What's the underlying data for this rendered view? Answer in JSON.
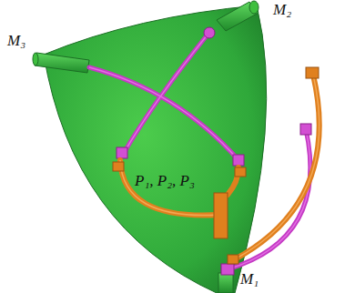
{
  "diagram": {
    "labels": [
      "M₃",
      "M₂",
      "M₁",
      "P₁, P₂, P₃"
    ]
  }
}
